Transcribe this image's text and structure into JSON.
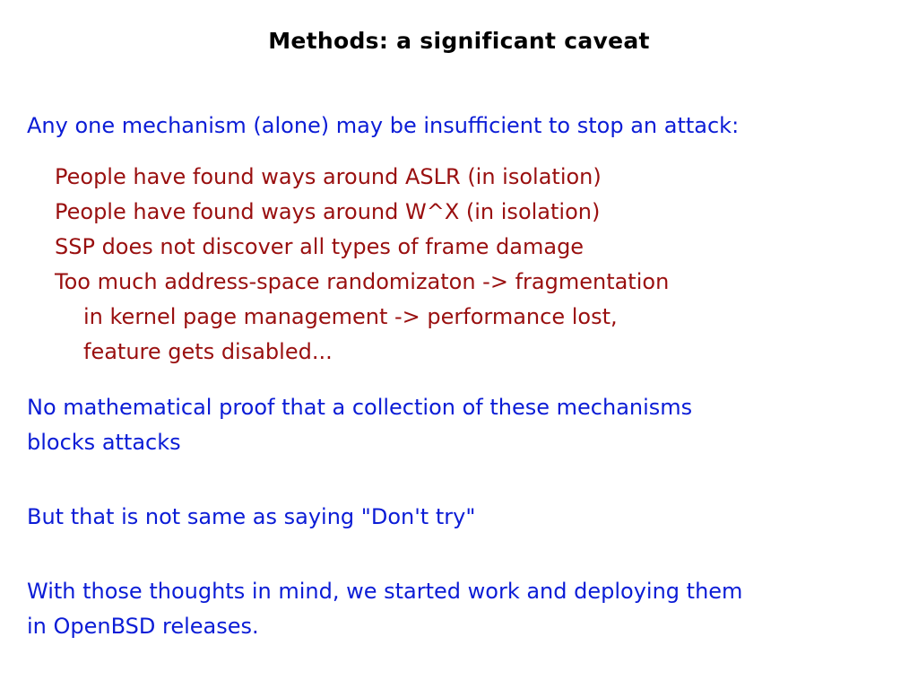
{
  "slide": {
    "title": "Methods: a significant caveat",
    "intro": "Any one mechanism (alone) may be insufficient to stop an attack:",
    "points": [
      "People have found ways around ASLR (in isolation)",
      "People have found ways around W^X (in isolation)",
      "SSP does not discover all types of  frame damage",
      "Too much address-space randomizaton -> fragmentation"
    ],
    "subpoints": [
      "in kernel page management -> performance lost,",
      "feature gets disabled..."
    ],
    "no_proof": [
      "No mathematical proof that a collection of these mechanisms",
      "blocks attacks"
    ],
    "dont_try": "But that is not same as saying \"Don't try\"",
    "closing": [
      "With those thoughts in mind, we started work and deploying them",
      "in OpenBSD releases."
    ],
    "colors": {
      "heading": "#000000",
      "primary_text": "#0b1cd6",
      "secondary_text": "#990f0f"
    }
  }
}
